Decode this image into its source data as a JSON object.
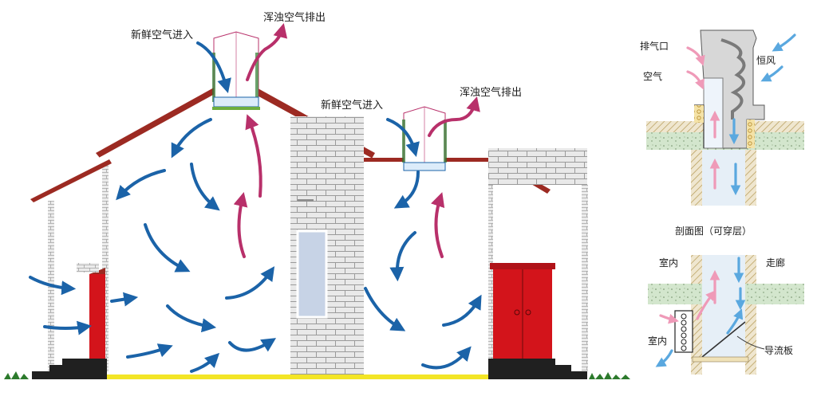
{
  "labels": {
    "fresh_air_in_1": "新鲜空气进入",
    "exhaust_out_1": "浑浊空气排出",
    "fresh_air_in_2": "新鲜空气进入",
    "exhaust_out_2": "浑浊空气排出",
    "vent_outlet": "排气口",
    "air": "空气",
    "constant_wind": "恒风",
    "section_title": "剖面图（可穿层）",
    "indoor_1": "室内",
    "corridor": "走廊",
    "indoor_2": "室内",
    "deflector": "导流板"
  },
  "colors": {
    "fresh_air": "#1b63a8",
    "exhaust": "#b8306a",
    "roof": "#9c2a22",
    "door": "#d3141b",
    "ground_line": "#f3e526",
    "grass": "#2c7a2c",
    "brick_fill": "#e7e7e7",
    "brick_line": "#9a9a9a",
    "slab": "#cfe2c9",
    "light_blue_flow": "#cfe3f2",
    "light_pink_flow": "#f3c5d3"
  },
  "icons": {
    "vent_cap": "roof-ventilator-icon",
    "door": "double-door-icon",
    "window": "window-icon"
  }
}
